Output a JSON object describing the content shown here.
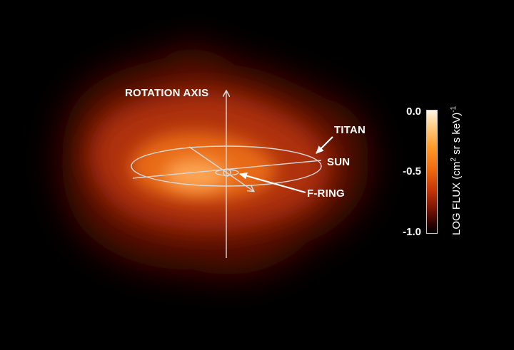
{
  "labels": {
    "rotation_axis": "ROTATION AXIS",
    "titan": "TITAN",
    "sun": "SUN",
    "f_ring": "F-RING"
  },
  "colorbar": {
    "tick_top": "0.0",
    "tick_mid": "-0.5",
    "tick_bottom": "-1.0",
    "label_main": "LOG FLUX (cm",
    "label_exp1": "2",
    "label_mid": " sr s keV)",
    "label_exp2": "-1"
  },
  "colors": {
    "background": "#000000",
    "glow_core": "#ffb464",
    "glow_mid": "#d24610",
    "glow_outer": "#4a0a00",
    "lines": "#d8d8d8",
    "text": "#ffffff"
  }
}
